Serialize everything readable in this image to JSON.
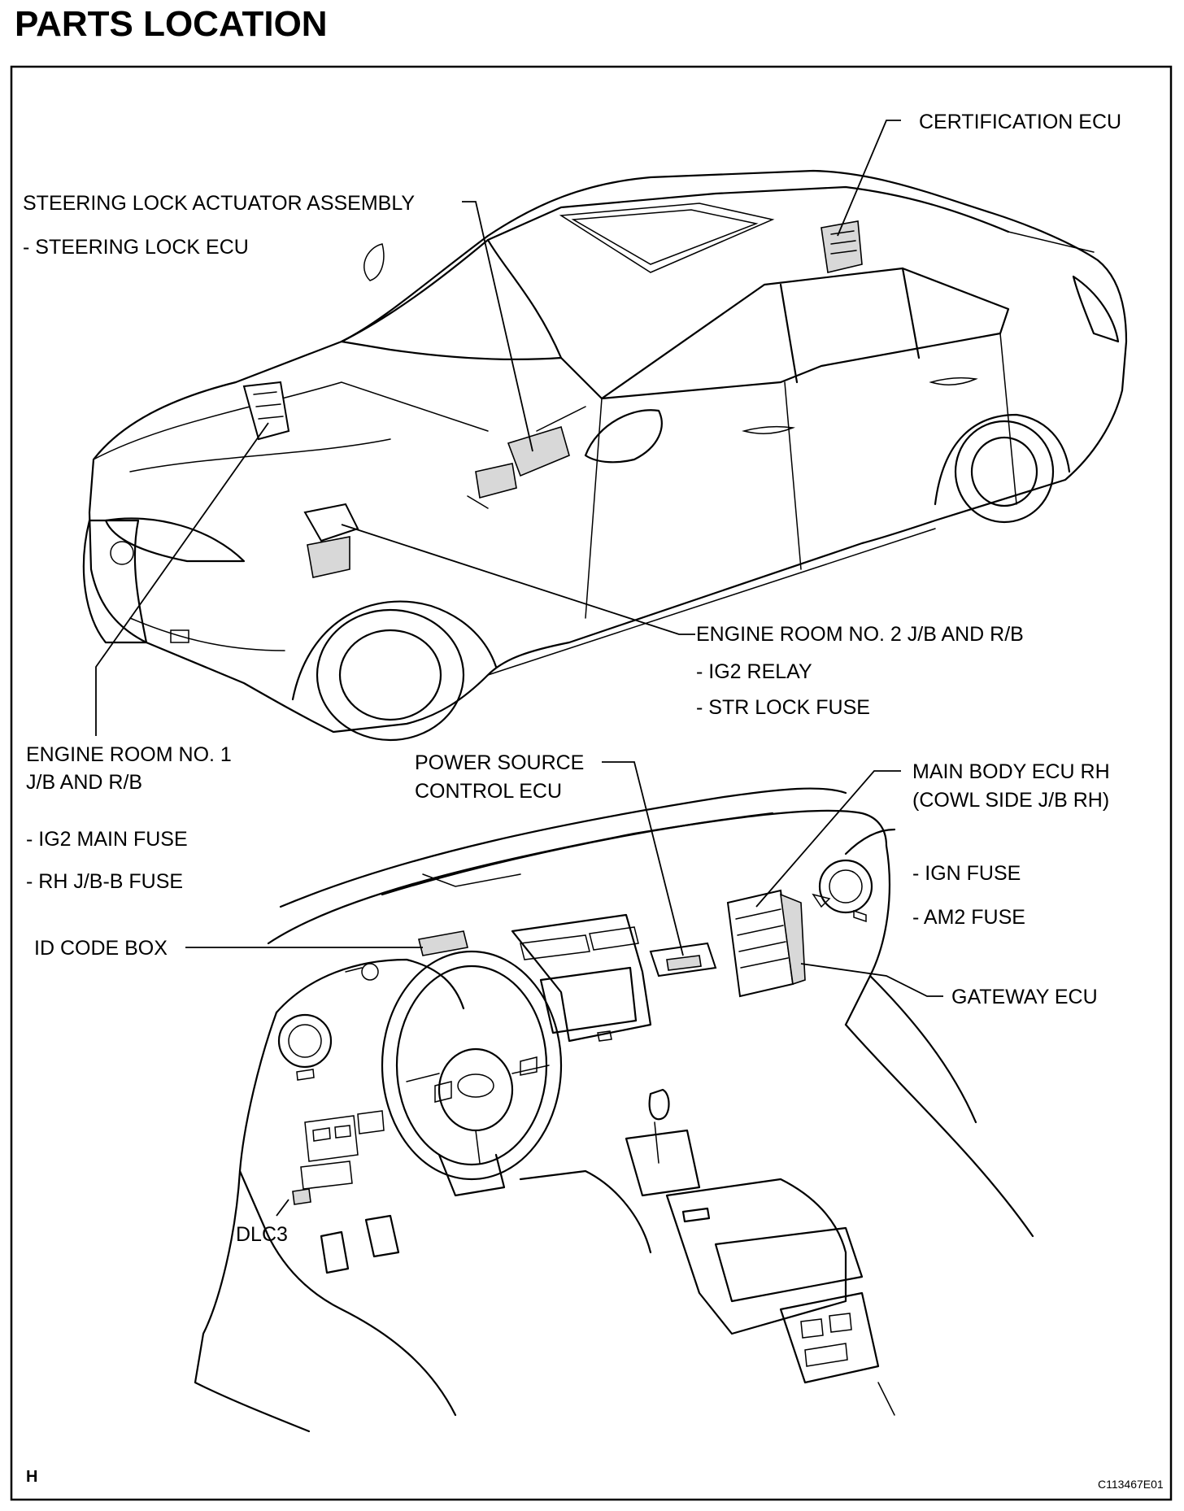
{
  "title": "PARTS LOCATION",
  "corner_letter": "H",
  "figure_code": "C113467E01",
  "labels": {
    "certification_ecu": "CERTIFICATION ECU",
    "steering_lock_assembly": "STEERING LOCK ACTUATOR ASSEMBLY",
    "steering_lock_ecu": "- STEERING LOCK ECU",
    "engine_room_2": "ENGINE ROOM NO. 2 J/B AND R/B",
    "ig2_relay": "- IG2 RELAY",
    "str_lock_fuse": "- STR LOCK FUSE",
    "engine_room_1_line1": "ENGINE ROOM NO. 1",
    "engine_room_1_line2": "J/B AND R/B",
    "ig2_main_fuse": "- IG2 MAIN FUSE",
    "rh_jb_b_fuse": "- RH J/B-B FUSE",
    "power_source_line1": "POWER SOURCE",
    "power_source_line2": "CONTROL ECU",
    "main_body_line1": "MAIN BODY ECU RH",
    "main_body_line2": "(COWL SIDE J/B RH)",
    "ign_fuse": "- IGN FUSE",
    "am2_fuse": "- AM2 FUSE",
    "id_code_box": "ID CODE BOX",
    "gateway_ecu": "GATEWAY ECU",
    "dlc3": "DLC3"
  }
}
